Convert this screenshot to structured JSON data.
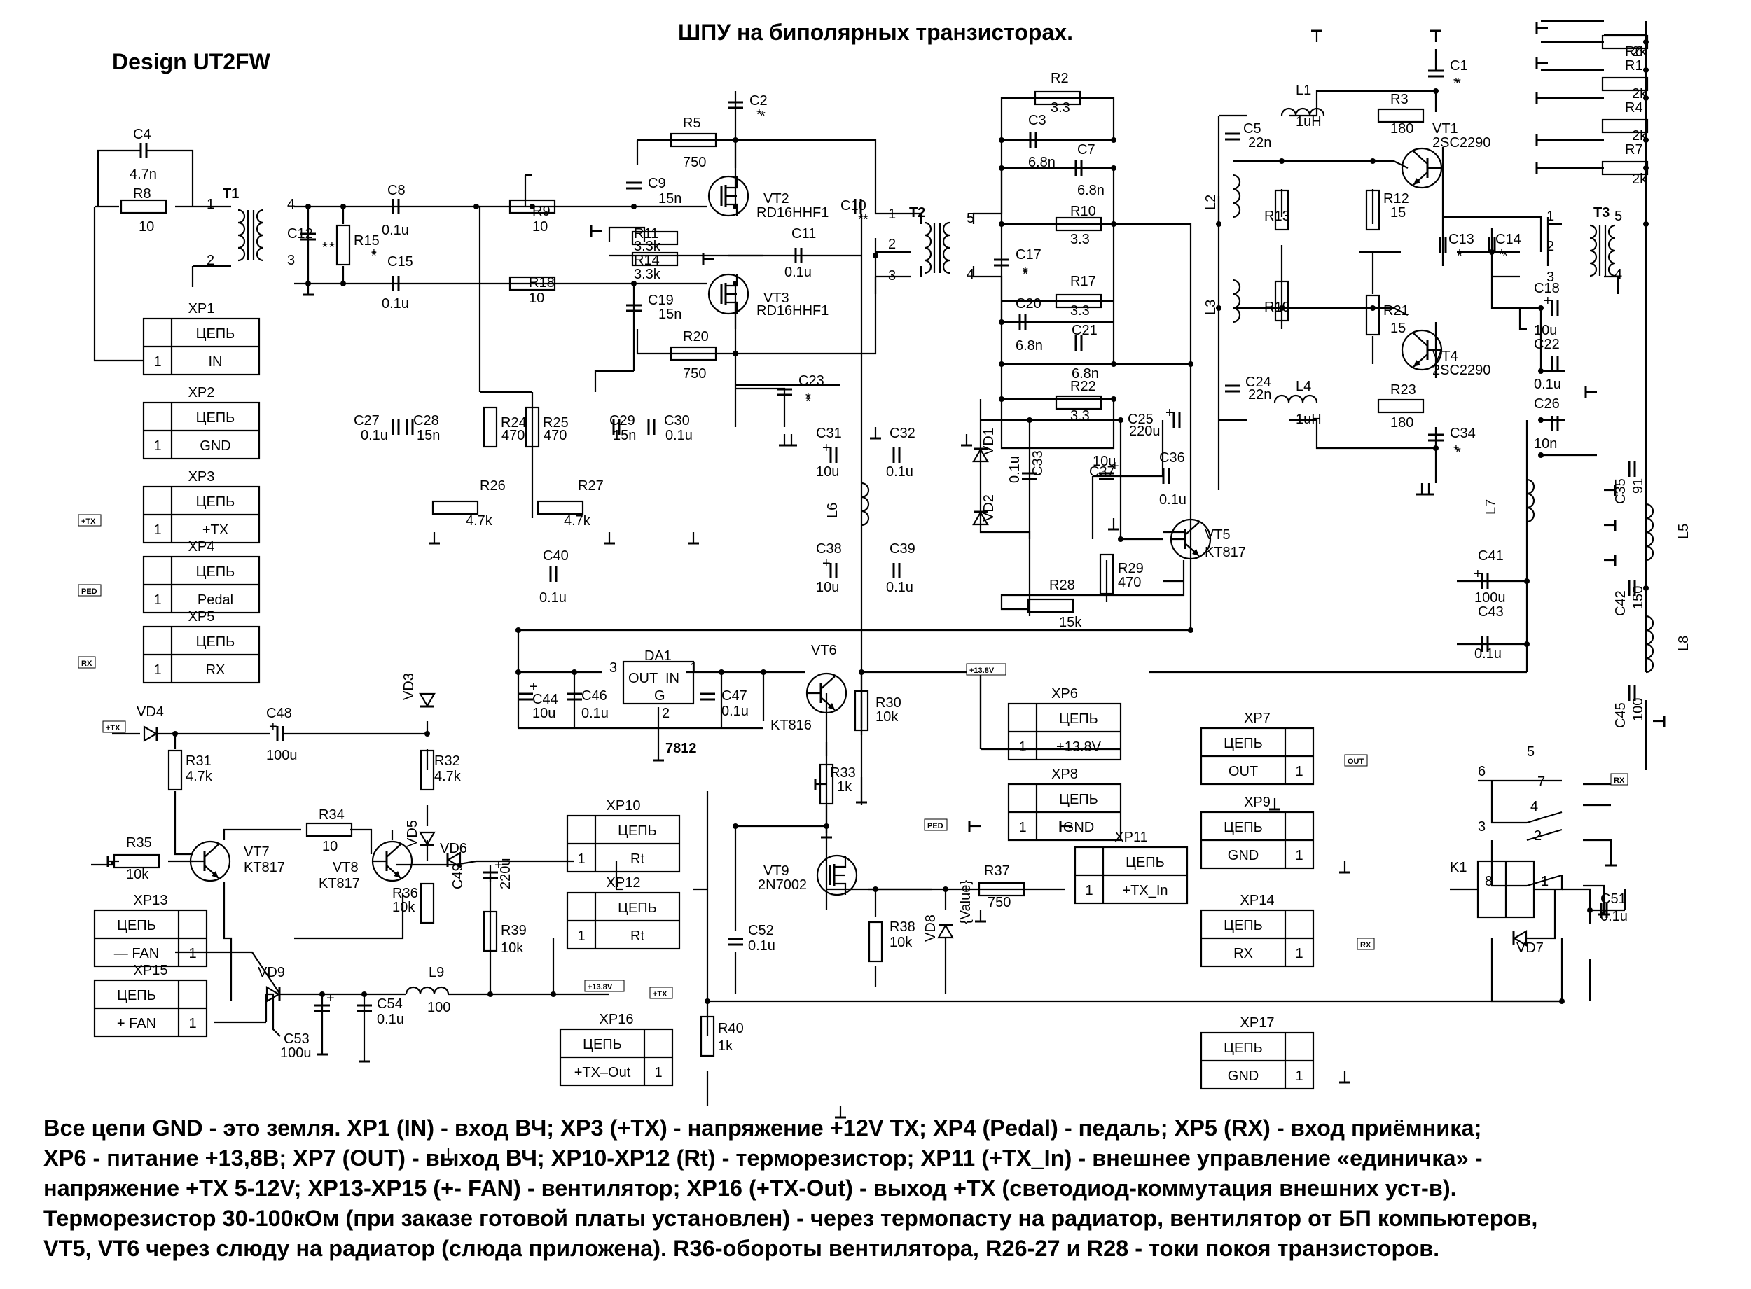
{
  "header": {
    "title": "ШПУ на биполярных транзисторах.",
    "design": "Design UT2FW"
  },
  "connector_header": "ЦЕПЬ",
  "connectors": [
    {
      "ref": "XP1",
      "pin": "1",
      "net": "IN"
    },
    {
      "ref": "XP2",
      "pin": "1",
      "net": "GND"
    },
    {
      "ref": "XP3",
      "pin": "1",
      "net": "+TX"
    },
    {
      "ref": "XP4",
      "pin": "1",
      "net": "Pedal"
    },
    {
      "ref": "XP5",
      "pin": "1",
      "net": "RX"
    },
    {
      "ref": "XP6",
      "pin": "1",
      "net": "+13.8V"
    },
    {
      "ref": "XP7",
      "pin": "1",
      "net": "OUT"
    },
    {
      "ref": "XP8",
      "pin": "1",
      "net": "GND"
    },
    {
      "ref": "XP9",
      "pin": "1",
      "net": "GND"
    },
    {
      "ref": "XP10",
      "pin": "1",
      "net": "Rt"
    },
    {
      "ref": "XP11",
      "pin": "1",
      "net": "+TX_In"
    },
    {
      "ref": "XP12",
      "pin": "1",
      "net": "Rt"
    },
    {
      "ref": "XP13",
      "pin": "1",
      "net": "— FAN"
    },
    {
      "ref": "XP14",
      "pin": "1",
      "net": "RX"
    },
    {
      "ref": "XP15",
      "pin": "1",
      "net": "+ FAN"
    },
    {
      "ref": "XP16",
      "pin": "1",
      "net": "+TX–Out"
    },
    {
      "ref": "XP17",
      "pin": "1",
      "net": "GND"
    }
  ],
  "resistors": [
    {
      "ref": "R1",
      "value": "2k"
    },
    {
      "ref": "R2",
      "value": "3.3"
    },
    {
      "ref": "R3",
      "value": "180"
    },
    {
      "ref": "R4",
      "value": "2k"
    },
    {
      "ref": "R5",
      "value": "750"
    },
    {
      "ref": "R6",
      "value": "2k"
    },
    {
      "ref": "R7",
      "value": "2k"
    },
    {
      "ref": "R8",
      "value": "10"
    },
    {
      "ref": "R9",
      "value": "10"
    },
    {
      "ref": "R10",
      "value": "3.3"
    },
    {
      "ref": "R11",
      "value": "3.3k"
    },
    {
      "ref": "R12",
      "value": "15"
    },
    {
      "ref": "R13",
      "value": ""
    },
    {
      "ref": "R14",
      "value": "3.3k"
    },
    {
      "ref": "R15",
      "value": "*"
    },
    {
      "ref": "R17",
      "value": "3.3"
    },
    {
      "ref": "R18",
      "value": "10"
    },
    {
      "ref": "R19",
      "value": ""
    },
    {
      "ref": "R20",
      "value": "750"
    },
    {
      "ref": "R21",
      "value": "15"
    },
    {
      "ref": "R22",
      "value": "3.3"
    },
    {
      "ref": "R23",
      "value": "180"
    },
    {
      "ref": "R24",
      "value": "470"
    },
    {
      "ref": "R25",
      "value": "470"
    },
    {
      "ref": "R26",
      "value": "4.7k"
    },
    {
      "ref": "R27",
      "value": "4.7k"
    },
    {
      "ref": "R28",
      "value": "15k"
    },
    {
      "ref": "R29",
      "value": "470"
    },
    {
      "ref": "R30",
      "value": "10k"
    },
    {
      "ref": "R31",
      "value": "4.7k"
    },
    {
      "ref": "R32",
      "value": "4.7k"
    },
    {
      "ref": "R33",
      "value": "1k"
    },
    {
      "ref": "R34",
      "value": "10"
    },
    {
      "ref": "R35",
      "value": "10k"
    },
    {
      "ref": "R36",
      "value": "10k"
    },
    {
      "ref": "R37",
      "value": "750"
    },
    {
      "ref": "R38",
      "value": "10k"
    },
    {
      "ref": "R39",
      "value": "10k"
    },
    {
      "ref": "R40",
      "value": "1k"
    }
  ],
  "capacitors": [
    {
      "ref": "C1",
      "value": "*"
    },
    {
      "ref": "C2",
      "value": "*"
    },
    {
      "ref": "C3",
      "value": "6.8n"
    },
    {
      "ref": "C4",
      "value": "4.7n"
    },
    {
      "ref": "C5",
      "value": "22n"
    },
    {
      "ref": "C7",
      "value": "6.8n"
    },
    {
      "ref": "C8",
      "value": "0.1u"
    },
    {
      "ref": "C9",
      "value": "15n"
    },
    {
      "ref": "C10",
      "value": "*"
    },
    {
      "ref": "C11",
      "value": "0.1u"
    },
    {
      "ref": "C12",
      "value": "*"
    },
    {
      "ref": "C13",
      "value": "*"
    },
    {
      "ref": "C14",
      "value": "*"
    },
    {
      "ref": "C15",
      "value": "0.1u"
    },
    {
      "ref": "C17",
      "value": "*"
    },
    {
      "ref": "C18",
      "value": "10u"
    },
    {
      "ref": "C19",
      "value": "15n"
    },
    {
      "ref": "C20",
      "value": "6.8n"
    },
    {
      "ref": "C21",
      "value": "6.8n"
    },
    {
      "ref": "C22",
      "value": "0.1u"
    },
    {
      "ref": "C23",
      "value": "*"
    },
    {
      "ref": "C24",
      "value": "22n"
    },
    {
      "ref": "C25",
      "value": "220u"
    },
    {
      "ref": "C26",
      "value": "10n"
    },
    {
      "ref": "C27",
      "value": "0.1u"
    },
    {
      "ref": "C28",
      "value": "15n"
    },
    {
      "ref": "C29",
      "value": "15n"
    },
    {
      "ref": "C30",
      "value": "0.1u"
    },
    {
      "ref": "C31",
      "value": "10u"
    },
    {
      "ref": "C32",
      "value": "0.1u"
    },
    {
      "ref": "C33",
      "value": "0.1u"
    },
    {
      "ref": "C34",
      "value": "*"
    },
    {
      "ref": "C35",
      "value": "91"
    },
    {
      "ref": "C36",
      "value": "0.1u"
    },
    {
      "ref": "C37",
      "value": "10u"
    },
    {
      "ref": "C38",
      "value": "10u"
    },
    {
      "ref": "C39",
      "value": "0.1u"
    },
    {
      "ref": "C40",
      "value": "0.1u"
    },
    {
      "ref": "C41",
      "value": "100u"
    },
    {
      "ref": "C42",
      "value": "150"
    },
    {
      "ref": "C43",
      "value": "0.1u"
    },
    {
      "ref": "C44",
      "value": "10u"
    },
    {
      "ref": "C45",
      "value": "100"
    },
    {
      "ref": "C46",
      "value": "0.1u"
    },
    {
      "ref": "C47",
      "value": "0.1u"
    },
    {
      "ref": "C48",
      "value": "100u"
    },
    {
      "ref": "C49",
      "value": "220u"
    },
    {
      "ref": "C51",
      "value": "0.1u"
    },
    {
      "ref": "C52",
      "value": "0.1u"
    },
    {
      "ref": "C53",
      "value": "100u"
    },
    {
      "ref": "C54",
      "value": "0.1u"
    }
  ],
  "inductors": [
    {
      "ref": "L1",
      "value": "1uH"
    },
    {
      "ref": "L2",
      "value": ""
    },
    {
      "ref": "L3",
      "value": ""
    },
    {
      "ref": "L4",
      "value": "1uH"
    },
    {
      "ref": "L5",
      "value": ""
    },
    {
      "ref": "L6",
      "value": ""
    },
    {
      "ref": "L7",
      "value": ""
    },
    {
      "ref": "L8",
      "value": ""
    },
    {
      "ref": "L9",
      "value": "100"
    }
  ],
  "transistors": [
    {
      "ref": "VT1",
      "part": "2SC2290"
    },
    {
      "ref": "VT2",
      "part": "RD16HHF1"
    },
    {
      "ref": "VT3",
      "part": "RD16HHF1"
    },
    {
      "ref": "VT4",
      "part": "2SC2290"
    },
    {
      "ref": "VT5",
      "part": "KT817"
    },
    {
      "ref": "VT6",
      "part": "KT816"
    },
    {
      "ref": "VT7",
      "part": "KT817"
    },
    {
      "ref": "VT8",
      "part": "KT817"
    },
    {
      "ref": "VT9",
      "part": "2N7002"
    }
  ],
  "diodes": [
    "VD1",
    "VD2",
    "VD3",
    "VD4",
    "VD5",
    "VD6",
    "VD7",
    "VD8",
    "VD9"
  ],
  "transformers": [
    "T1",
    "T2",
    "T3"
  ],
  "regulator": {
    "ref": "DA1",
    "part": "7812",
    "pin_out": "OUT",
    "pin_in": "IN",
    "pin_g": "G"
  },
  "relay": {
    "ref": "K1"
  },
  "net_tags": [
    "+TX",
    "PED",
    "RX",
    "+13.8V",
    "OUT",
    "+TX"
  ],
  "value_label": "{Value}",
  "notes": [
    "Все цепи GND - это земля. XP1 (IN) - вход ВЧ; XP3 (+TX) - напряжение +12V TX; XP4 (Pedal) - педаль; XP5 (RX) - вход приёмника;",
    "XP6 - питание +13,8В; XP7 (OUT) - выход ВЧ; XP10-XP12 (Rt) - терморезистор; XP11 (+TX_In) - внешнее управление «единичка» -",
    "напряжение +TX 5-12V; XP13-XP15 (+- FAN) - вентилятор; XP16 (+TX-Out) - выход +TX (светодиод-коммутация внешних уст-в).",
    "Терморезистор 30-100кОм (при заказе готовой платы установлен) - через термопасту на радиатор, вентилятор от БП компьютеров,",
    "VT5, VT6 через слюду на радиатор (слюда приложена). R36-обороты вентилятора, R26-27 и R28 - токи покоя транзисторов."
  ]
}
